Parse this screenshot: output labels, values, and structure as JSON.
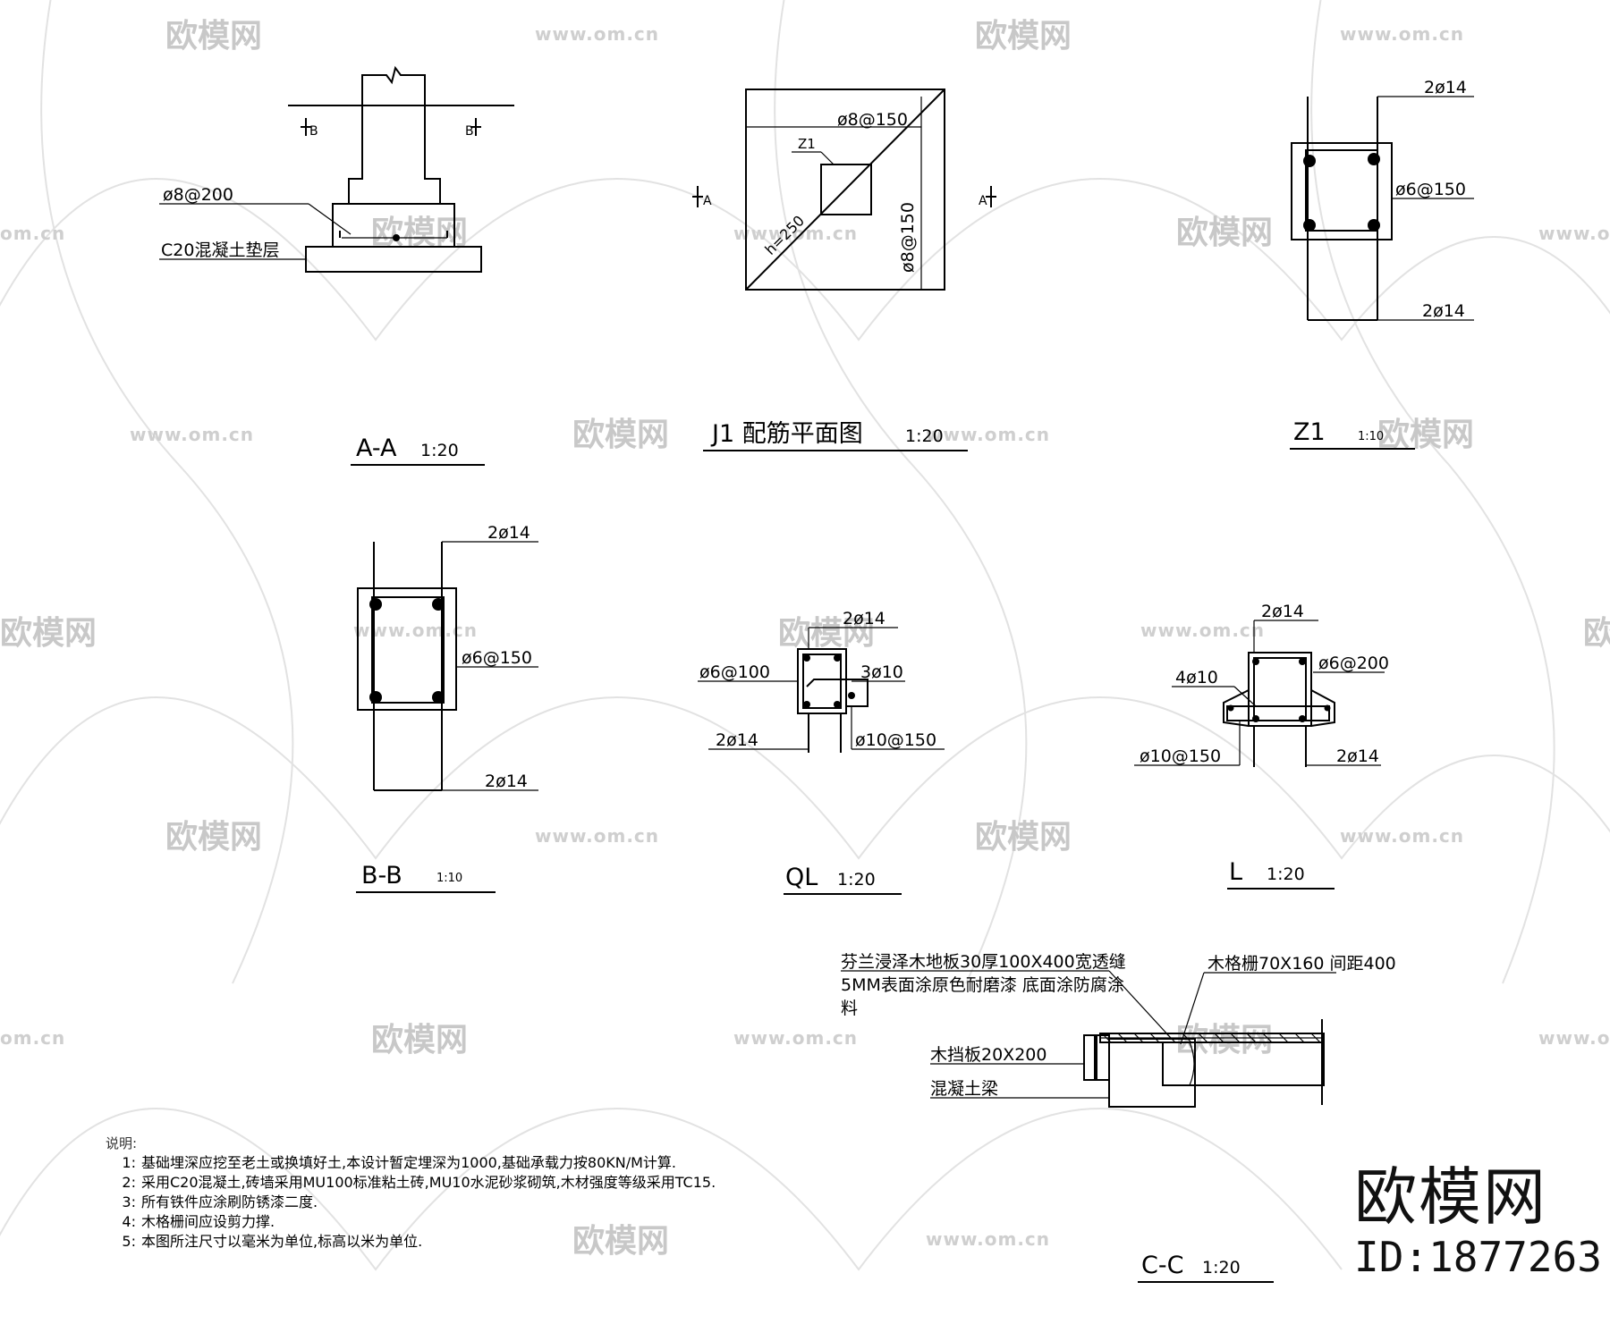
{
  "watermark": {
    "logo_text": "欧模网",
    "site_text": "www.om.cn",
    "short_text": "om.cn"
  },
  "sections": {
    "aa": {
      "name": "A-A",
      "scale": "1:20",
      "rebar": "ø8@200",
      "base_label": "C20混凝土垫层",
      "cut_left": "B",
      "cut_right": "B"
    },
    "j1": {
      "name": "J1 配筋平面图",
      "scale": "1:20",
      "rebar_x": "ø8@150",
      "rebar_y": "ø8@150",
      "column": "Z1",
      "height": "h=250",
      "cut_left": "A",
      "cut_right": "A"
    },
    "z1": {
      "name": "Z1",
      "scale": "1:10",
      "top_bars": "2ø14",
      "stirrup": "ø6@150",
      "bottom_bars": "2ø14"
    },
    "bb": {
      "name": "B-B",
      "scale": "1:10",
      "top_bars": "2ø14",
      "stirrup": "ø6@150",
      "bottom_bars": "2ø14"
    },
    "ql": {
      "name": "QL",
      "scale": "1:20",
      "top_bars": "2ø14",
      "stirrup": "ø6@100",
      "mid_bars": "3ø10",
      "bottom_bars": "2ø14",
      "link": "ø10@150"
    },
    "l": {
      "name": "L",
      "scale": "1:20",
      "top_bars": "2ø14",
      "stirrup": "ø6@200",
      "side_bars": "4ø10",
      "link": "ø10@150",
      "bottom_bars": "2ø14"
    },
    "cc": {
      "name": "C-C",
      "scale": "1:20",
      "floor_line1": "芬兰浸泽木地板30厚100X400宽透缝",
      "floor_line2": "5MM表面涂原色耐磨漆 底面涂防腐涂",
      "floor_line3": "料",
      "joist": "木格栅70X160 间距400",
      "board": "木挡板20X200",
      "beam": "混凝土梁"
    }
  },
  "notes": {
    "heading": "说明:",
    "items": [
      {
        "num": "1:",
        "text": "基础埋深应挖至老土或换填好土,本设计暂定埋深为1000,基础承载力按80KN/M计算."
      },
      {
        "num": "2:",
        "text": "采用C20混凝土,砖墙采用MU100标准粘土砖,MU10水泥砂浆砌筑,木材强度等级采用TC15."
      },
      {
        "num": "3:",
        "text": "所有铁件应涂刷防锈漆二度."
      },
      {
        "num": "4:",
        "text": "木格栅间应设剪力撑."
      },
      {
        "num": "5:",
        "text": "本图所注尺寸以毫米为单位,标高以米为单位."
      }
    ]
  },
  "brand": {
    "name": "欧模网",
    "id": "ID:1877263"
  }
}
